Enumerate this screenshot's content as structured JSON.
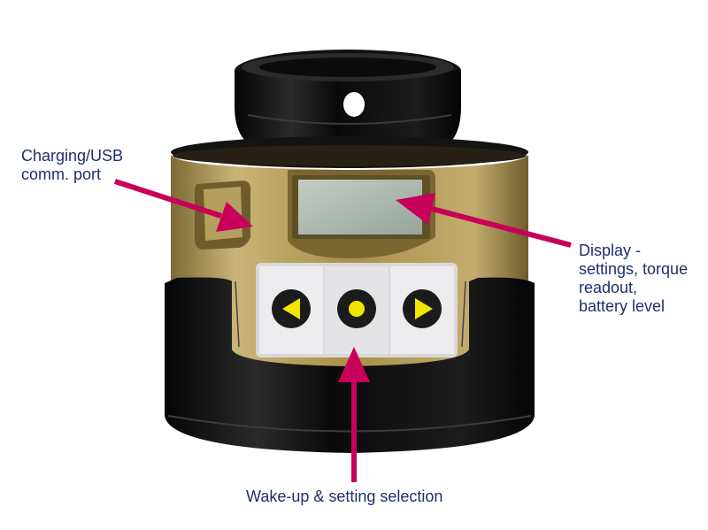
{
  "labels": {
    "charging_port": [
      "Charging/USB",
      "comm. port"
    ],
    "display": [
      "Display -",
      "settings, torque",
      "readout,",
      "battery level"
    ],
    "buttons": "Wake-up & setting selection"
  },
  "colors": {
    "label_text": "#1f2f6e",
    "arrow": "#c8005a",
    "gold_body": "#b09a55",
    "black_body": "#0c0c0c",
    "lcd": "#aeb9b1",
    "keypad": "#e6e6e8",
    "button_glyph": "#f2e600"
  },
  "icons": [
    "arrow-left-icon",
    "circle-button-icon",
    "arrow-right-icon"
  ]
}
